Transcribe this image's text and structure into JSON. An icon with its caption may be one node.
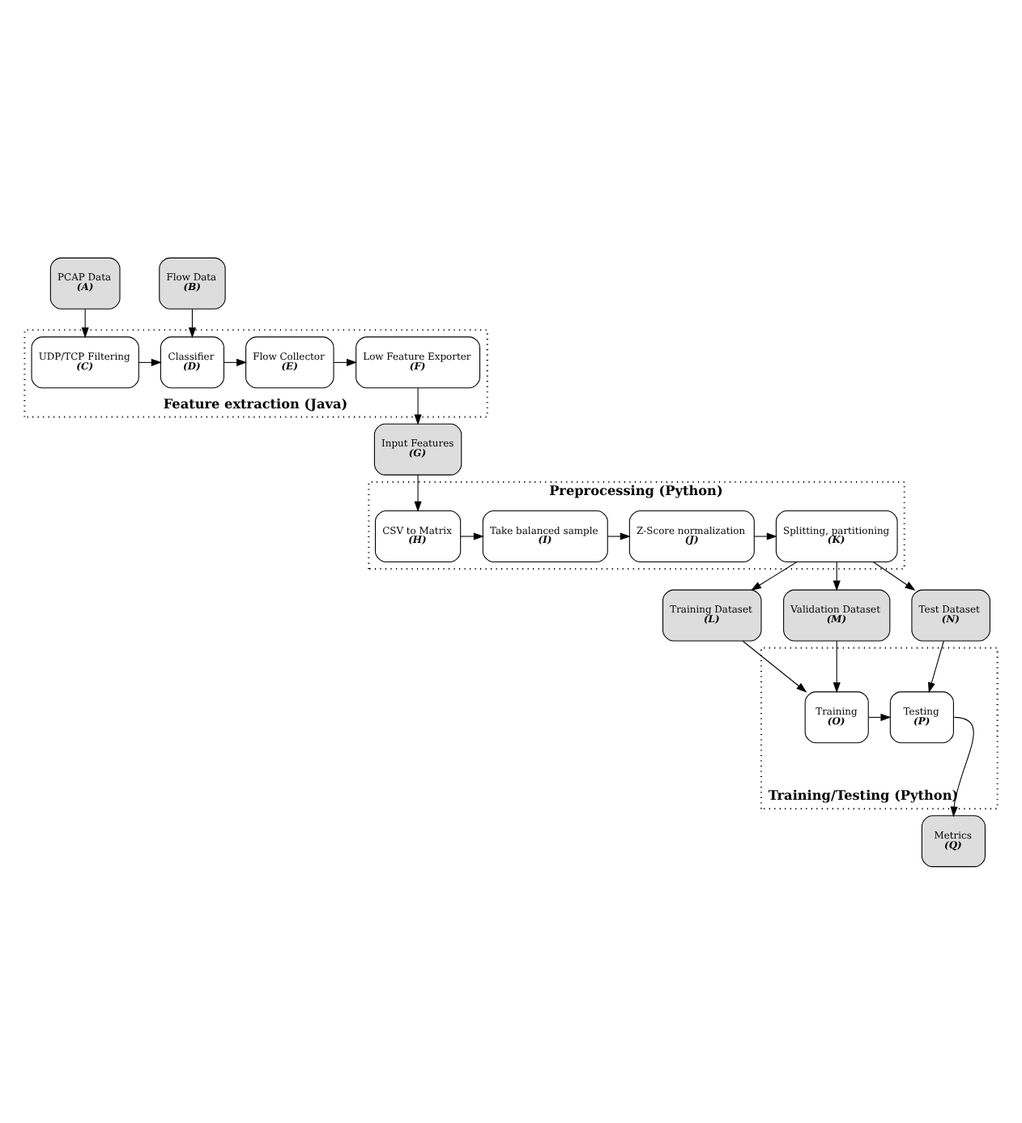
{
  "diagram": {
    "nodes": [
      {
        "text": [
          "Feature extraction (Java)"
        ]
      },
      {
        "text": [
          "PCAP Data",
          "(A)"
        ]
      },
      {
        "text": [
          "UDP/TCP Filtering",
          "(C)"
        ],
        "in": 0
      },
      {
        "text": [
          "Classifier",
          "(D)"
        ],
        "in": 0
      },
      {
        "text": [
          "Flow Collector",
          "(E)"
        ],
        "in": 0
      },
      {
        "text": [
          "Low Feature Exporter",
          "(F)"
        ],
        "in": 0
      },
      {
        "text": [
          "Flow Data",
          "(B)"
        ]
      },
      {
        "text": [
          "Input Features",
          "(G)"
        ]
      },
      {
        "text": [
          "Preprocessing (Python)"
        ]
      },
      {
        "text": [
          "CSV to Matrix",
          "(H)"
        ],
        "in": 8
      },
      {
        "text": [
          "Take balanced sample",
          "(I)"
        ],
        "in": 8
      },
      {
        "text": [
          "Z-Score normalization",
          "(J)"
        ],
        "in": 8
      },
      {
        "text": [
          "Splitting, partitioning",
          "(K)"
        ],
        "in": 8
      },
      {
        "text": [
          "Training Dataset",
          "(L)"
        ]
      },
      {
        "text": [
          "Validation Dataset",
          "(M)"
        ]
      },
      {
        "text": [
          "Test Dataset",
          "(N)"
        ]
      },
      {
        "text": [
          "Training/Testing (Python)"
        ]
      },
      {
        "text": [
          "Training",
          "(O)"
        ],
        "in": 16
      },
      {
        "text": [
          "Testing",
          "(P)"
        ],
        "in": 16
      },
      {
        "text": [
          "Metrics",
          "(Q)"
        ]
      }
    ],
    "edges": [
      {
        "from": 1,
        "to": 2,
        "arrow": "to"
      },
      {
        "from": 2,
        "to": 3,
        "arrow": "to"
      },
      {
        "from": 3,
        "to": 4,
        "arrow": "to"
      },
      {
        "from": 4,
        "to": 5,
        "arrow": "to"
      },
      {
        "from": 6,
        "to": 3,
        "arrow": "to"
      },
      {
        "from": 5,
        "to": 7,
        "arrow": "to"
      },
      {
        "from": 7,
        "to": 9,
        "arrow": "to"
      },
      {
        "from": 9,
        "to": 10,
        "arrow": "to"
      },
      {
        "from": 10,
        "to": 11,
        "arrow": "to"
      },
      {
        "from": 11,
        "to": 12,
        "arrow": "to"
      },
      {
        "from": 12,
        "to": 13,
        "arrow": "to"
      },
      {
        "from": 12,
        "to": 14,
        "arrow": "to"
      },
      {
        "from": 12,
        "to": 15,
        "arrow": "to"
      },
      {
        "from": 13,
        "to": 17,
        "arrow": "to"
      },
      {
        "from": 14,
        "to": 17,
        "arrow": "to"
      },
      {
        "from": 15,
        "to": 18,
        "arrow": "to"
      },
      {
        "from": 17,
        "to": 18,
        "arrow": "to"
      },
      {
        "from": 18,
        "to": 19,
        "arrow": "to"
      }
    ]
  }
}
